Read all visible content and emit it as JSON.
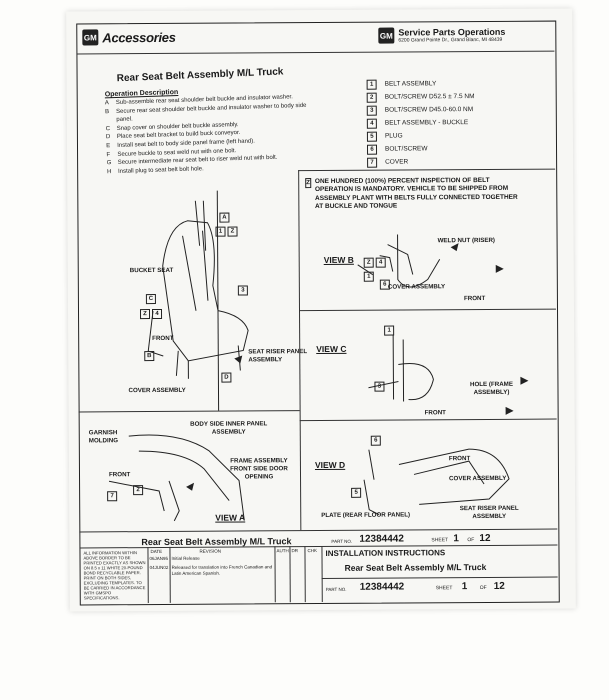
{
  "header": {
    "gm_logo": "GM",
    "accessories": "Accessories",
    "spo_title": "Service Parts Operations",
    "spo_address": "6200 Grand Pointe Dr., Grand Blanc, MI 48439"
  },
  "title": "Rear Seat Belt Assembly M/L Truck",
  "operation": {
    "heading": "Operation Description",
    "steps": [
      {
        "letter": "A",
        "text": "Sub-assemble rear seat shoulder belt buckle and insulator washer."
      },
      {
        "letter": "B",
        "text": "Secure rear seat shoulder belt buckle and insulator washer to body side panel."
      },
      {
        "letter": "C",
        "text": "Snap cover on shoulder belt buckle assembly."
      },
      {
        "letter": "D",
        "text": "Place seat belt bracket to build buck conveyor."
      },
      {
        "letter": "E",
        "text": "Install seat belt to body side panel frame (left hand)."
      },
      {
        "letter": "F",
        "text": "Secure buckle to seat weld nut with one bolt."
      },
      {
        "letter": "G",
        "text": "Secure intermediate rear seat belt to riser weld nut with bolt."
      },
      {
        "letter": "H",
        "text": "Install plug to seat belt bolt hole."
      }
    ]
  },
  "legend": [
    {
      "num": "1",
      "text": "BELT ASSEMBLY"
    },
    {
      "num": "2",
      "text": "BOLT/SCREW D52.5 ± 7.5 NM"
    },
    {
      "num": "3",
      "text": "BOLT/SCREW D45.0-60.0 NM"
    },
    {
      "num": "4",
      "text": "BELT ASSEMBLY - BUCKLE"
    },
    {
      "num": "5",
      "text": "PLUG"
    },
    {
      "num": "6",
      "text": "BOLT/SCREW"
    },
    {
      "num": "7",
      "text": "COVER"
    }
  ],
  "note": {
    "tag": "Z",
    "text": "ONE HUNDRED (100%) PERCENT INSPECTION OF BELT OPERATION IS MANDATORY. VEHICLE TO BE SHIPPED FROM ASSEMBLY PLANT WITH BELTS FULLY CONNECTED TOGETHER AT BUCKLE AND TONGUE"
  },
  "labels": {
    "bucket_seat": "BUCKET SEAT",
    "front": "FRONT",
    "seat_riser": "SEAT RISER PANEL ASSEMBLY",
    "cover_assembly": "COVER ASSEMBLY",
    "weld_nut": "WELD NUT (RISER)",
    "hole": "HOLE (FRAME ASSEMBLY)",
    "garnish": "GARNISH MOLDING",
    "body_side": "BODY SIDE INNER PANEL ASSEMBLY",
    "frame_assembly": "FRAME ASSEMBLY FRONT SIDE DOOR OPENING",
    "plate": "PLATE (REAR FLOOR PANEL)",
    "seat_riser2": "SEAT RISER PANEL ASSEMBLY"
  },
  "views": {
    "a": "VIEW A",
    "b": "VIEW B",
    "c": "VIEW C",
    "d": "VIEW D"
  },
  "callouts": {
    "a": "A",
    "b": "B",
    "c": "C",
    "d": "D",
    "z": "Z",
    "one": "1",
    "two": "2",
    "three": "3",
    "four": "4",
    "five": "5",
    "six": "6",
    "seven": "7"
  },
  "title_block": {
    "doc_title": "Rear Seat Belt Assembly M/L Truck",
    "part_no_label": "PART NO.",
    "part_no": "12384442",
    "sheet_label": "SHEET",
    "sheet": "1",
    "of_label": "OF",
    "of": "12",
    "install_heading": "INSTALLATION INSTRUCTIONS",
    "install_title": "Rear Seat Belt Assembly M/L Truck",
    "notice": "ALL INFORMATION WITHIN ABOVE BORDER TO BE PRINTED EXACTLY AS SHOWN ON 8.5 x 11 WHITE 20-POUND BOND RECYCLABLE PAPER. PRINT ON BOTH SIDES, EXCLUDING TEMPLATES. TO BE CARRIED IN ACCORDANCE WITH GMSPO SPECIFICATIONS.",
    "rev_headers": [
      "DATE",
      "REVISION",
      "AUTH",
      "DR",
      "CHK"
    ],
    "revisions": [
      {
        "date": "06JAN95",
        "text": "Initial Release"
      },
      {
        "date": "04JUN02",
        "text": "Released for translation into French Canadian and Latin American Spanish."
      }
    ]
  }
}
